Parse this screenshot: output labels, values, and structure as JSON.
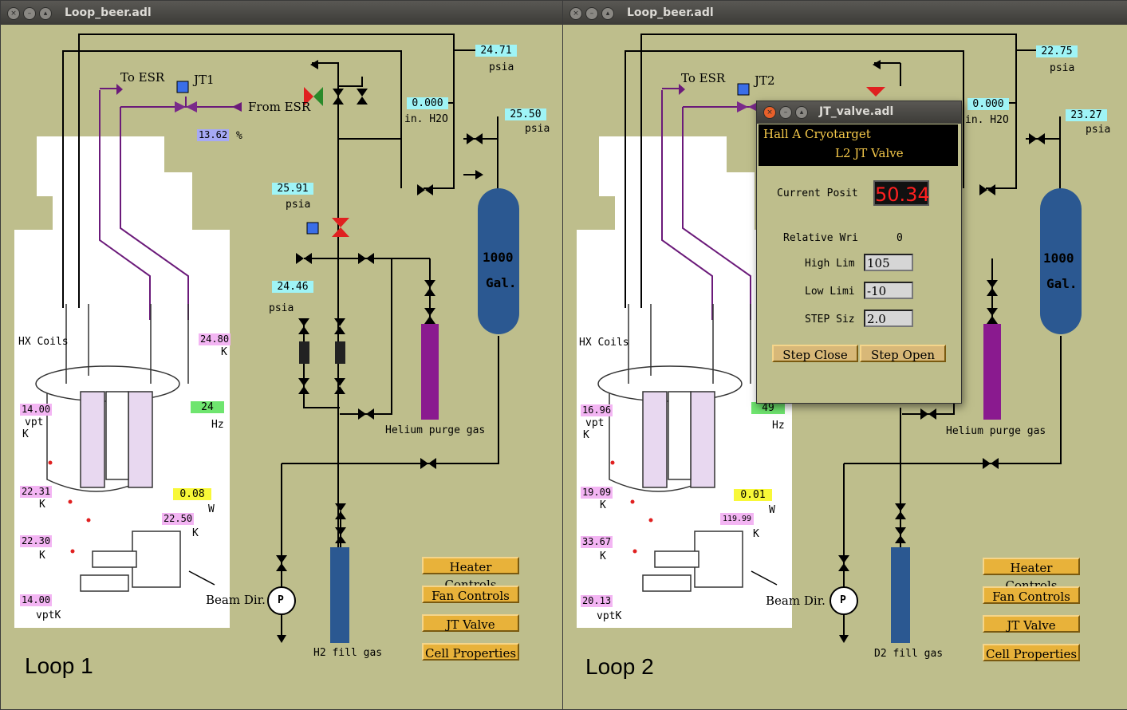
{
  "window1": {
    "title": "Loop_beer.adl",
    "loop_label": "Loop 1",
    "to_esr": "To ESR",
    "from_esr": "From ESR",
    "jt_label": "JT1",
    "jt_percent": "13.62",
    "jt_unit": "%",
    "p_top": "24.71",
    "p_top_unit": "psia",
    "dp": "0.000",
    "dp_unit": "in. H2O",
    "p_tank": "25.50",
    "p_tank_unit": "psia",
    "p_mid": "25.91",
    "p_mid_unit": "psia",
    "p_low": "24.46",
    "p_low_unit": "psia",
    "hx_coils": "HX Coils",
    "t_hx": "24.80",
    "t_hx_unit": "K",
    "t_vpt": "14.00",
    "t_vpt_unit1": "vpt",
    "t_vpt_unit2": "K",
    "fan_hz": "24",
    "fan_hz_unit": "Hz",
    "t_left1": "22.31",
    "t_left1_unit": "K",
    "heater_w": "0.08",
    "heater_w_unit": "W",
    "t_right": "22.50",
    "t_right_unit": "K",
    "t_left2": "22.30",
    "t_left2_unit": "K",
    "t_bottom": "14.00",
    "t_bottom_unit": "vptK",
    "beam_dir": "Beam Dir.",
    "tank_size": "1000",
    "tank_unit": "Gal.",
    "purge_gas": "Helium purge gas",
    "fill_gas": "H2 fill gas",
    "pump": "P",
    "buttons": [
      "Heater Controls",
      "Fan Controls",
      "JT Valve",
      "Cell Properties"
    ]
  },
  "window2": {
    "title": "Loop_beer.adl",
    "loop_label": "Loop 2",
    "to_esr": "To ESR",
    "jt_label": "JT2",
    "p_top": "22.75",
    "p_top_unit": "psia",
    "dp": "0.000",
    "dp_unit": "in. H2O",
    "p_tank": "23.27",
    "p_tank_unit": "psia",
    "hx_coils": "HX Coils",
    "t_vpt": "16.96",
    "t_vpt_unit1": "vpt",
    "t_vpt_unit2": "K",
    "fan_hz": "49",
    "fan_hz_unit": "Hz",
    "t_left1": "19.09",
    "t_left1_unit": "K",
    "heater_w": "0.01",
    "heater_w_unit": "W",
    "t_right": "119.99",
    "t_right_unit": "K",
    "t_left2": "33.67",
    "t_left2_unit": "K",
    "t_bottom": "20.13",
    "t_bottom_unit": "vptK",
    "beam_dir": "Beam Dir.",
    "tank_size": "1000",
    "tank_unit": "Gal.",
    "purge_gas": "Helium purge gas",
    "fill_gas": "D2 fill gas",
    "pump": "P",
    "buttons": [
      "Heater Controls",
      "Fan Controls",
      "JT Valve",
      "Cell Properties"
    ]
  },
  "popup": {
    "title": "JT_valve.adl",
    "header1": "Hall A Cryotarget",
    "header2": "L2 JT Valve",
    "current_label": "Current Posit",
    "current_value": "50.34",
    "relative_label": "Relative Wri",
    "relative_value": "0",
    "high_label": "High Lim",
    "high_value": "105",
    "low_label": "Low Limi",
    "low_value": "-10",
    "step_label": "STEP Siz",
    "step_value": "2.0",
    "step_close": "Step Close",
    "step_open": "Step Open"
  },
  "colors": {
    "panel": "#bebe8c",
    "cyan_readout": "#9ff4f6",
    "pink_readout": "#f3b5f3",
    "green_readout": "#6fe56f",
    "yellow_readout": "#f8f838",
    "tank_blue": "#2b5891",
    "purge_purple": "#8a1a8f",
    "button_gold": "#e8b23a"
  }
}
